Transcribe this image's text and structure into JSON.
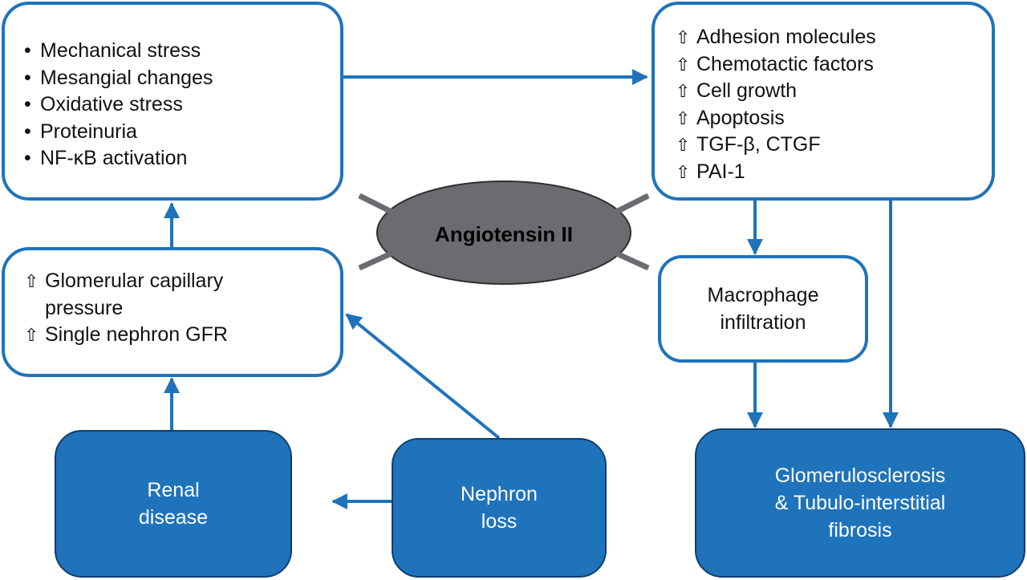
{
  "colors": {
    "accent": "#1f73bb",
    "box_border": "#1f73bb",
    "filled_box": "#1f73bb",
    "ellipse": "#6b6c70",
    "arrow": "#1f73bb"
  },
  "icons": {
    "bullet": "•",
    "increase": "⇧"
  },
  "nodes": {
    "mechanisms": {
      "items": [
        "Mechanical stress",
        "Mesangial changes",
        "Oxidative stress",
        "Proteinuria",
        "NF-κB activation"
      ]
    },
    "effects": {
      "items": [
        "Adhesion molecules",
        "Chemotactic factors",
        "Cell growth",
        "Apoptosis",
        "TGF-β, CTGF",
        "PAI-1"
      ]
    },
    "hemodynamics": {
      "line1": "Glomerular capillary",
      "line1_cont": "pressure",
      "line2": "Single nephron GFR"
    },
    "angiotensin": {
      "label": "Angiotensin II"
    },
    "macrophage": {
      "line1": "Macrophage",
      "line2": "infiltration"
    },
    "renal_disease": {
      "line1": "Renal",
      "line2": "disease"
    },
    "nephron_loss": {
      "line1": "Nephron",
      "line2": "loss"
    },
    "outcome": {
      "line1": "Glomerulosclerosis",
      "line2": "& Tubulo-interstitial",
      "line3": "fibrosis"
    }
  }
}
